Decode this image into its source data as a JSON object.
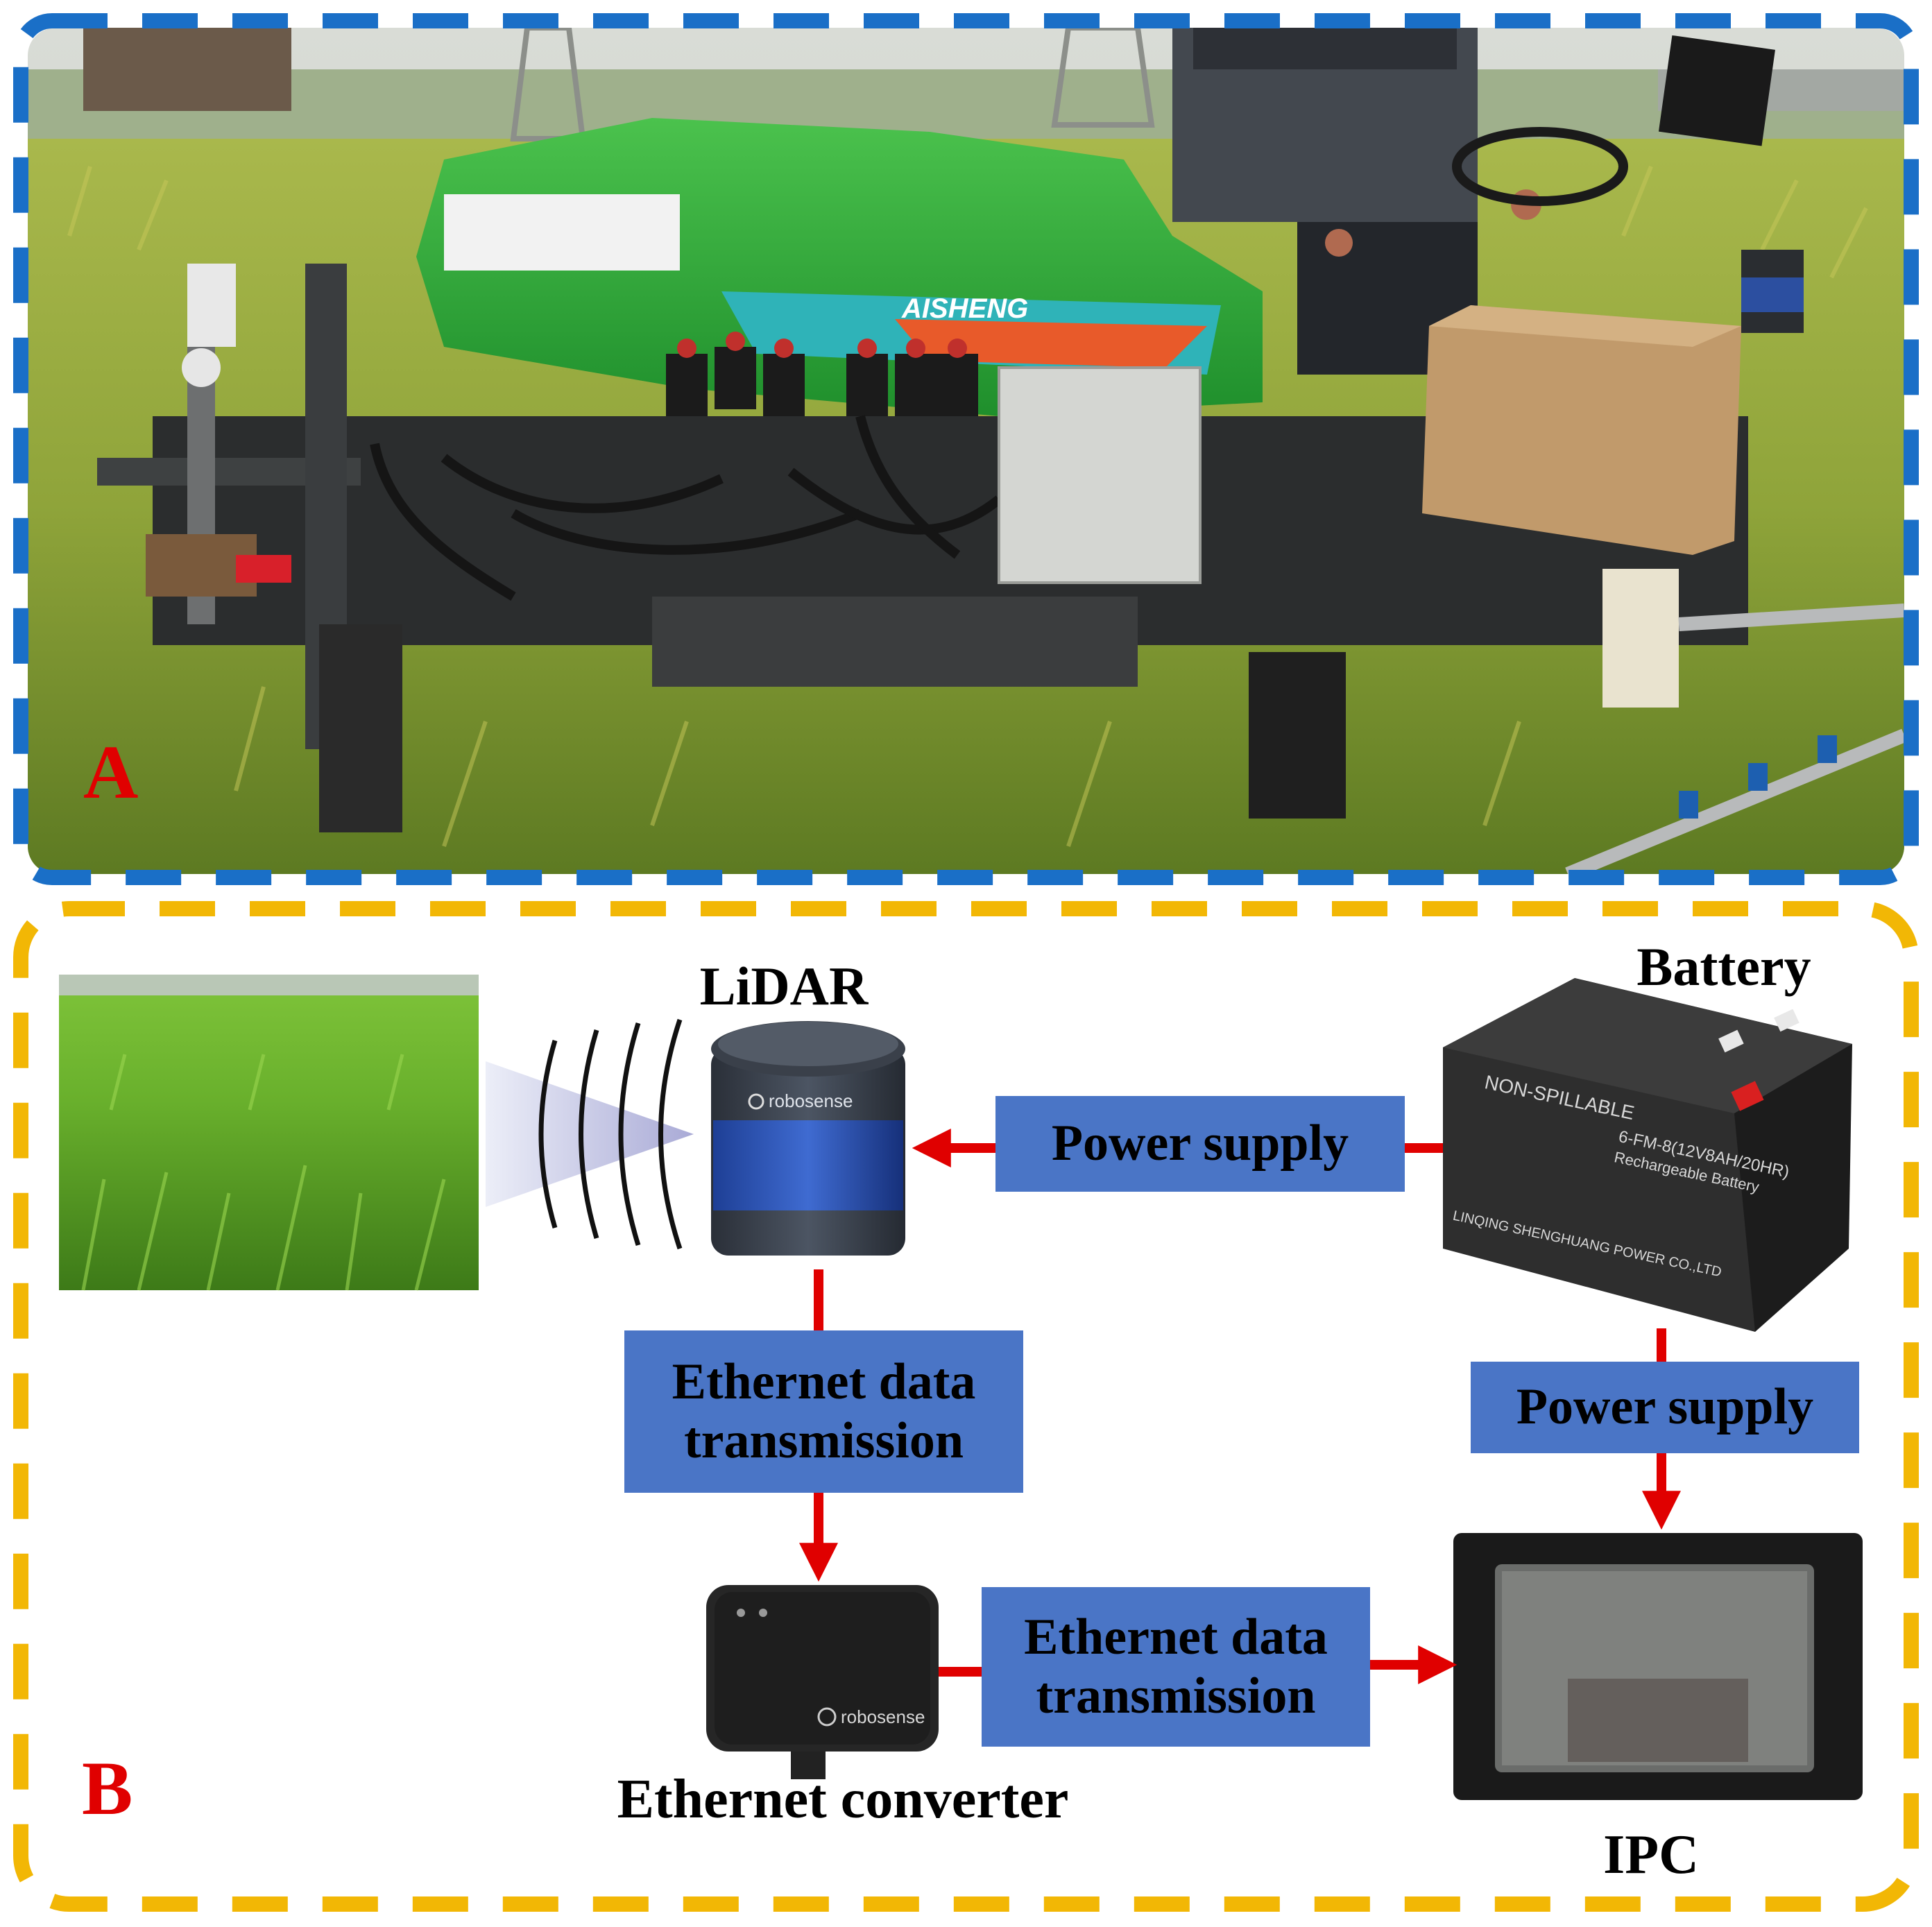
{
  "panel_a": {
    "letter": "A"
  },
  "panel_b": {
    "letter": "B",
    "lidar_label": "LiDAR",
    "battery_label": "Battery",
    "converter_label": "Ethernet converter",
    "ipc_label": "IPC",
    "box_power_1": "Power supply",
    "box_power_2": "Power supply",
    "box_eth_1_line1": "Ethernet data",
    "box_eth_1_line2": "transmission",
    "box_eth_2_line1": "Ethernet data",
    "box_eth_2_line2": "transmission",
    "lidar_brand": "robosense",
    "converter_brand": "robosense",
    "battery_text_1": "NON-SPILLABLE",
    "battery_text_2": "6-FM-8(12V8AH/20HR)",
    "battery_text_3": "Rechargeable Battery",
    "battery_text_4": "LINQING SHENGHUANG POWER CO.,LTD",
    "tractor_brand": "AISHENG"
  },
  "colors": {
    "frame_a": "#1a6fc7",
    "frame_b": "#f2b705",
    "box_fill": "#4a75c6",
    "arrow": "#e00000",
    "letter": "#e00000"
  }
}
